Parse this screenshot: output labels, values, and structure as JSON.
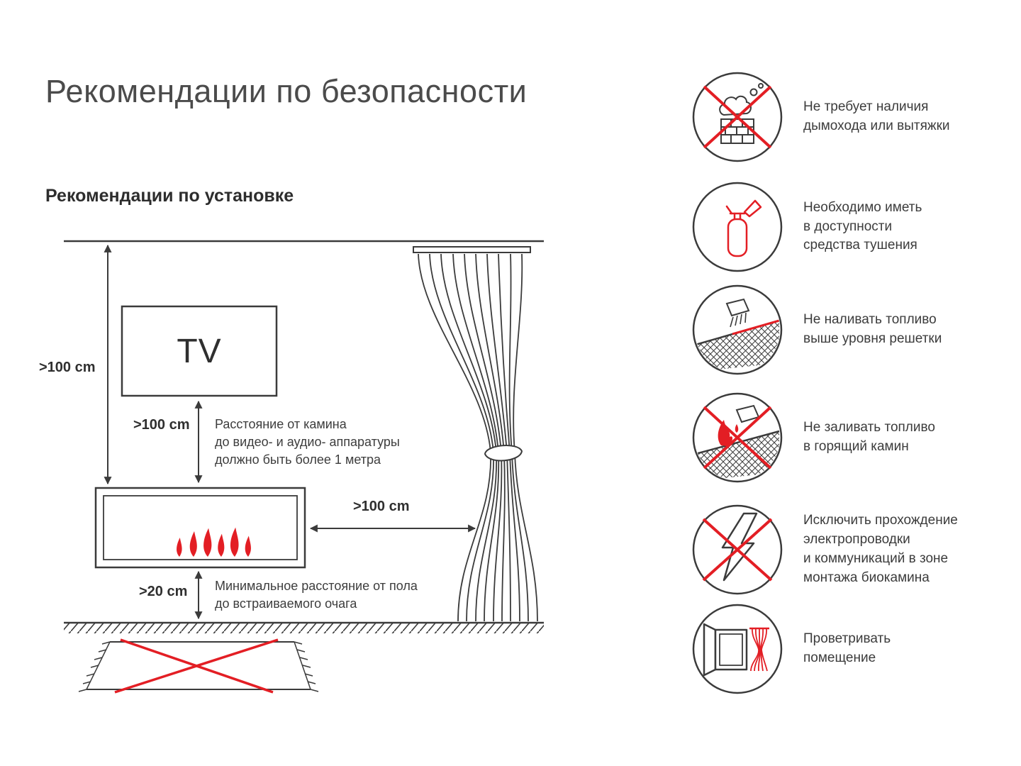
{
  "page": {
    "title": "Рекомендации по безопасности",
    "section_title": "Рекомендации по установке"
  },
  "diagram": {
    "tv_label": "TV",
    "dim_ceiling": ">100 cm",
    "dim_tv_gap": ">100 cm",
    "dim_curtain": ">100 cm",
    "dim_floor": ">20 cm",
    "note_tv": "Расстояние от камина\nдо видео- и аудио- аппаратуры\nдолжно быть более 1 метра",
    "note_floor": "Минимальное расстояние от пола\nдо встраиваемого очага"
  },
  "safety_items": [
    {
      "icon": "no-chimney-icon",
      "text": "Не требует наличия\nдымохода или вытяжки"
    },
    {
      "icon": "fire-extinguisher-icon",
      "text": "Необходимо иметь\nв доступности\nсредства тушения"
    },
    {
      "icon": "fuel-level-icon",
      "text": "Не наливать топливо\nвыше уровня решетки"
    },
    {
      "icon": "no-refuel-burning-icon",
      "text": "Не заливать топливо\nв горящий камин"
    },
    {
      "icon": "no-wiring-icon",
      "text": "Исключить прохождение\nэлектропроводки\nи коммуникаций в зоне\nмонтажа биокамина"
    },
    {
      "icon": "ventilate-icon",
      "text": "Проветривать\nпомещение"
    }
  ],
  "colors": {
    "accent_red": "#e31e24",
    "line_dark": "#3b3b3b"
  }
}
